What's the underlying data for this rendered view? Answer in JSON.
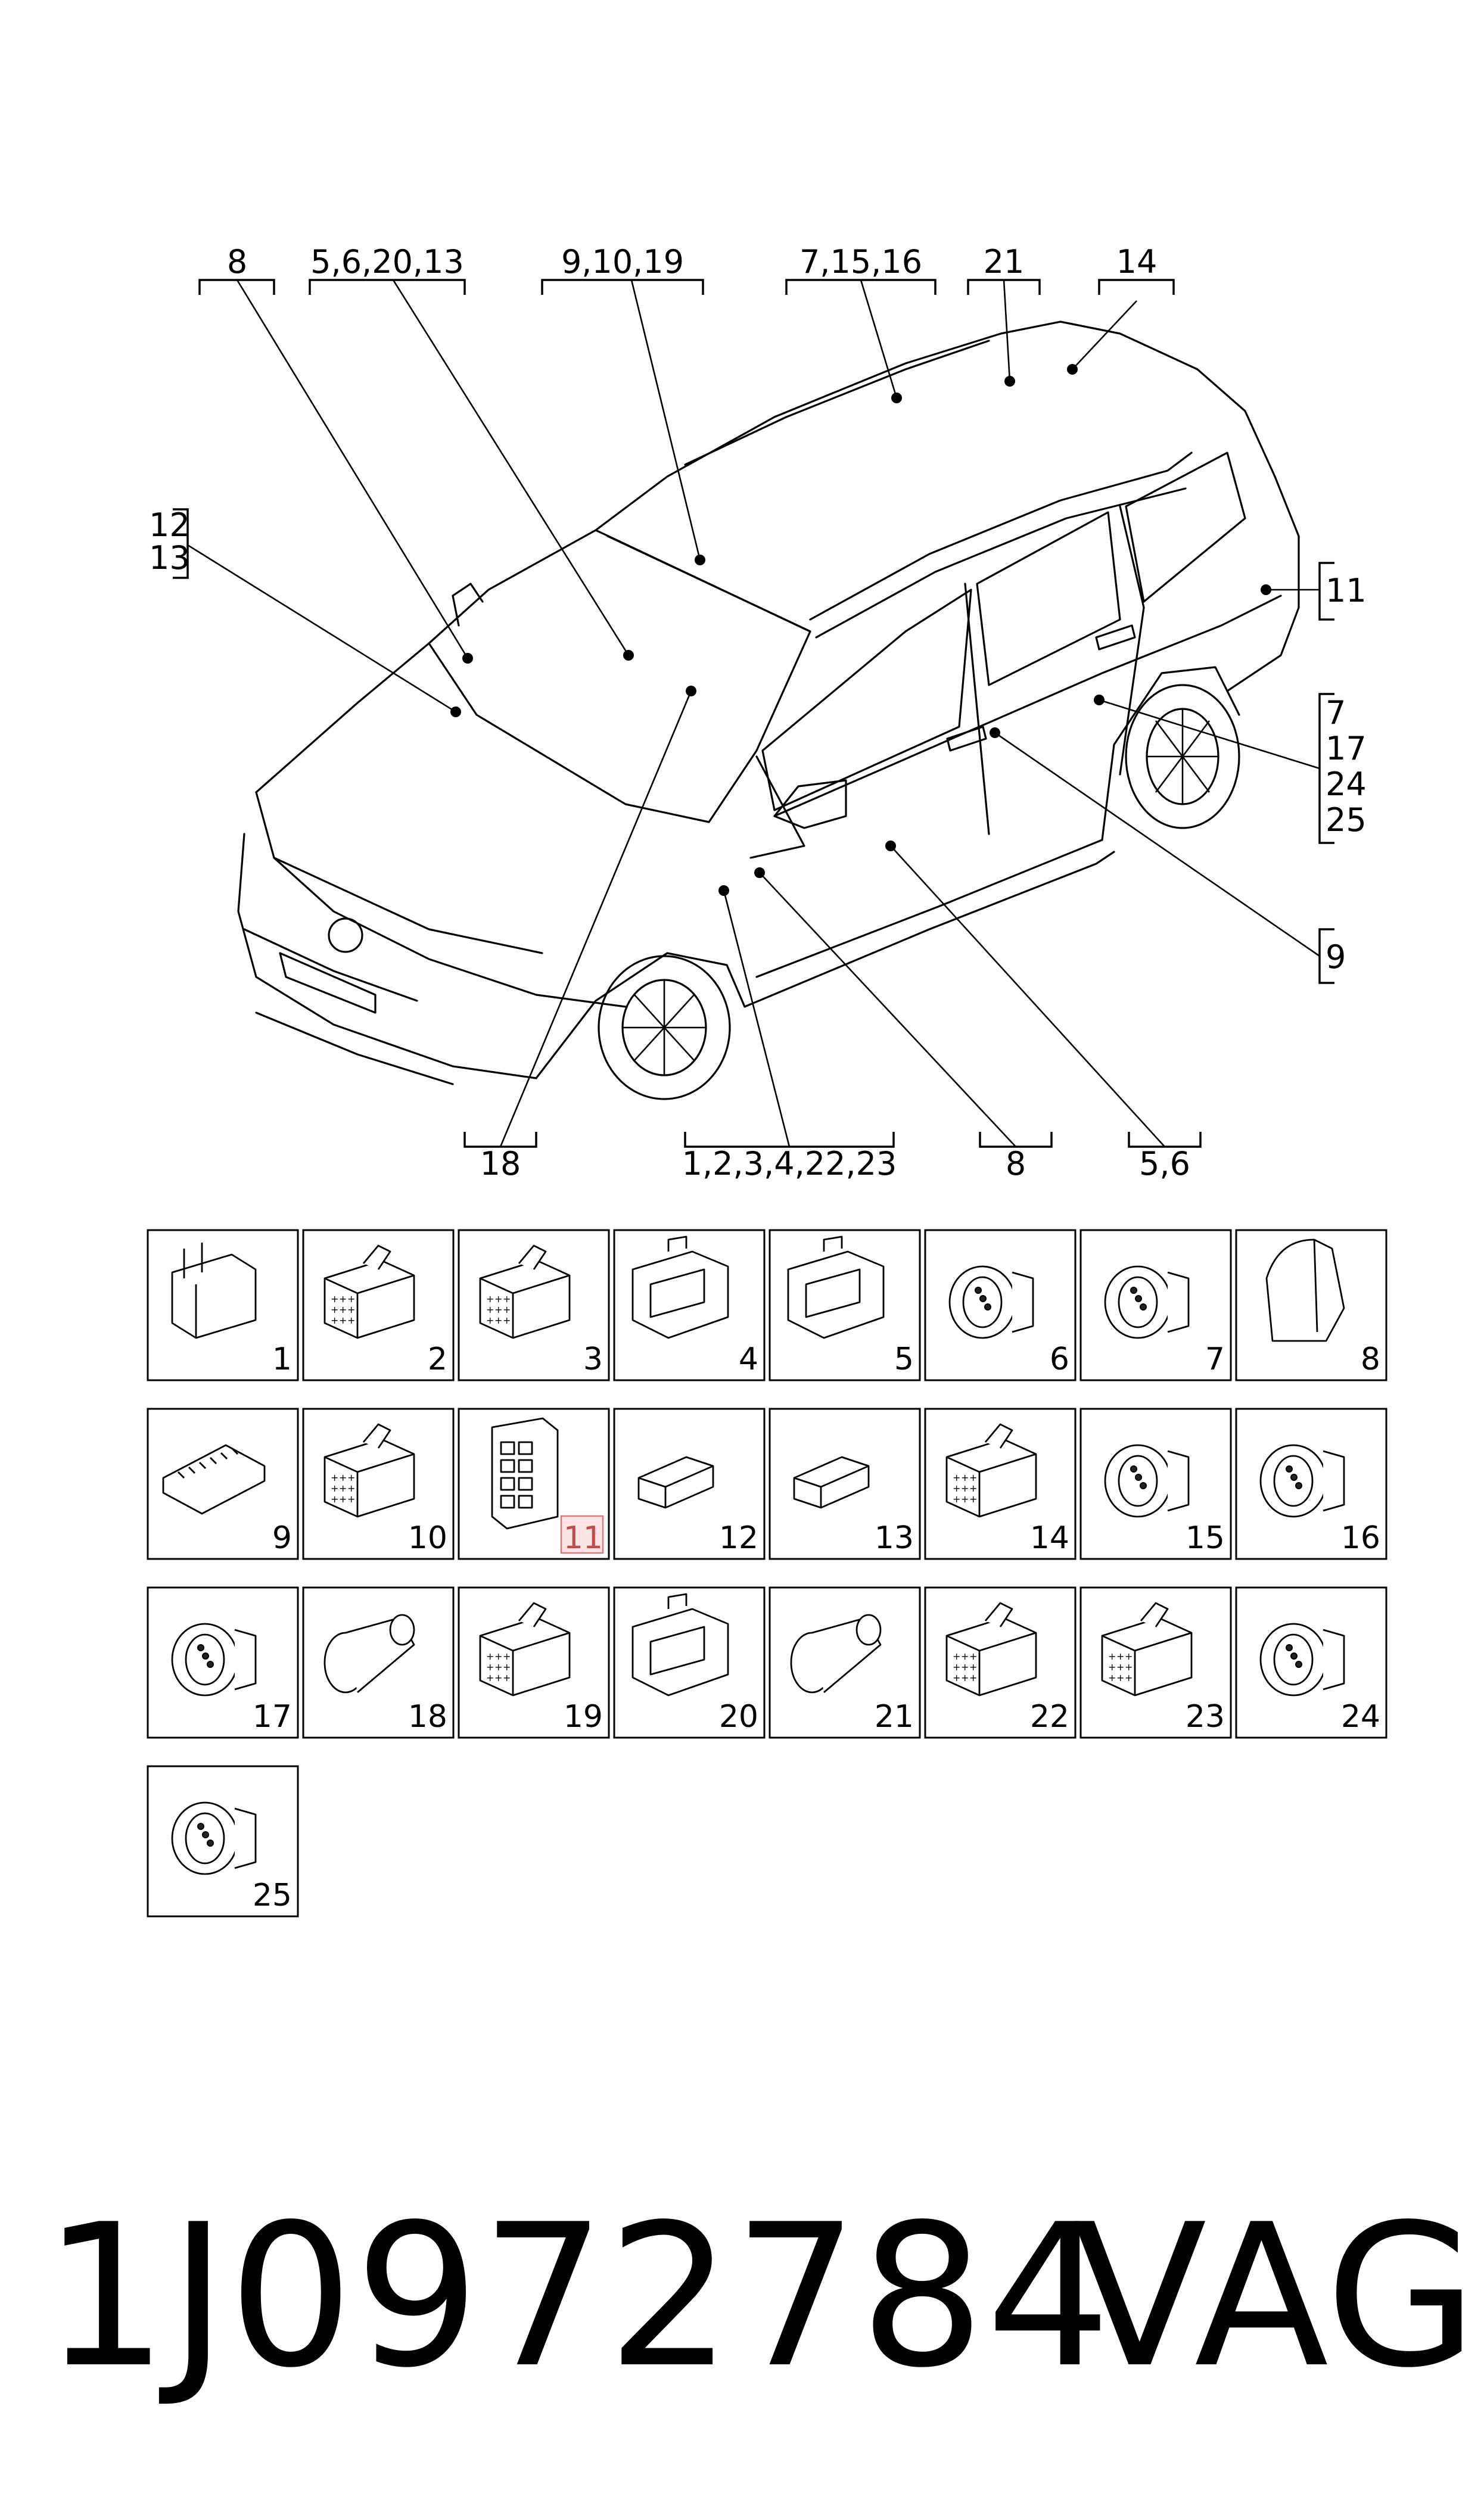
{
  "diagram": {
    "callouts_top": [
      "8",
      "5,6,20,13",
      "9,10,19",
      "7,15,16",
      "21",
      "14"
    ],
    "callouts_left": [
      "12",
      "13"
    ],
    "callouts_right_a": [
      "11"
    ],
    "callouts_right_b": [
      "7",
      "17",
      "24",
      "25"
    ],
    "callouts_right_c": [
      "9"
    ],
    "callouts_bottom": [
      "18",
      "1,2,3,4,22,23",
      "8",
      "5,6"
    ],
    "highlight_color": "#fde3e3",
    "connectors": [
      {
        "number": "1",
        "icon": "wire-socket-icon"
      },
      {
        "number": "2",
        "icon": "multi-pin-housing-icon"
      },
      {
        "number": "3",
        "icon": "multi-pin-housing-icon"
      },
      {
        "number": "4",
        "icon": "frame-connector-icon"
      },
      {
        "number": "5",
        "icon": "frame-connector-icon"
      },
      {
        "number": "6",
        "icon": "round-plug-icon"
      },
      {
        "number": "7",
        "icon": "round-plug-icon"
      },
      {
        "number": "8",
        "icon": "curved-cover-icon"
      },
      {
        "number": "9",
        "icon": "flat-connector-icon"
      },
      {
        "number": "10",
        "icon": "multi-pin-housing-icon"
      },
      {
        "number": "11",
        "icon": "relay-housing-icon",
        "highlighted": true
      },
      {
        "number": "12",
        "icon": "small-plug-icon"
      },
      {
        "number": "13",
        "icon": "small-plug-icon"
      },
      {
        "number": "14",
        "icon": "multi-pin-housing-icon"
      },
      {
        "number": "15",
        "icon": "oval-plug-icon"
      },
      {
        "number": "16",
        "icon": "oval-plug-icon"
      },
      {
        "number": "17",
        "icon": "oval-plug-icon"
      },
      {
        "number": "18",
        "icon": "cylinder-connector-icon"
      },
      {
        "number": "19",
        "icon": "multi-pin-housing-icon"
      },
      {
        "number": "20",
        "icon": "frame-connector-icon"
      },
      {
        "number": "21",
        "icon": "cylinder-connector-icon"
      },
      {
        "number": "22",
        "icon": "multi-pin-housing-icon"
      },
      {
        "number": "23",
        "icon": "multi-pin-housing-icon"
      },
      {
        "number": "24",
        "icon": "oval-plug-icon"
      },
      {
        "number": "25",
        "icon": "oval-plug-icon"
      }
    ]
  },
  "footer": {
    "part_number": "1J0972784",
    "brand": "VAG"
  }
}
